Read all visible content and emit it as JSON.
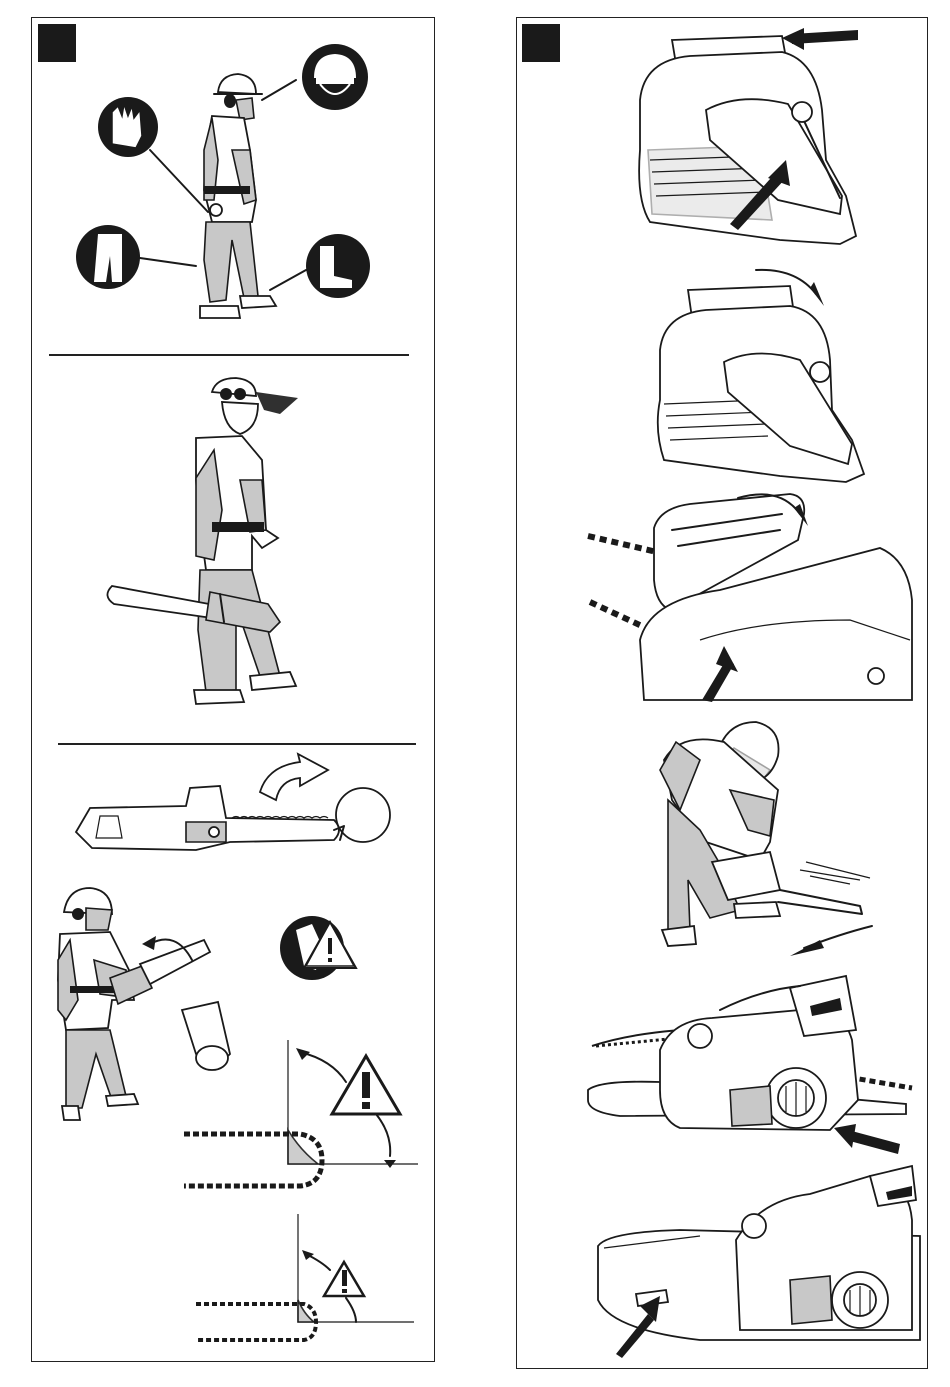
{
  "page": {
    "left_panel": {
      "section_badge": "",
      "figures": [
        {
          "name": "protective-equipment-figure",
          "icons": [
            "helmet-visor-icon",
            "gloves-icon",
            "trousers-icon",
            "boots-icon"
          ]
        },
        {
          "name": "carrying-chainsaw-figure"
        },
        {
          "name": "kickback-figures",
          "icons": [
            "kickback-warning-icon",
            "warning-triangle-icon"
          ]
        }
      ]
    },
    "right_panel": {
      "section_badge": "",
      "figures": [
        {
          "name": "chainbrake-handle-figure"
        },
        {
          "name": "chainbrake-release-figure"
        },
        {
          "name": "brake-lever-closeup-figure"
        },
        {
          "name": "operator-bending-figure"
        },
        {
          "name": "oil-window-figure"
        },
        {
          "name": "handle-grip-figure"
        }
      ]
    },
    "colors": {
      "ink": "#1a1a1a",
      "shade": "#c8c8c8",
      "paper": "#ffffff"
    }
  }
}
